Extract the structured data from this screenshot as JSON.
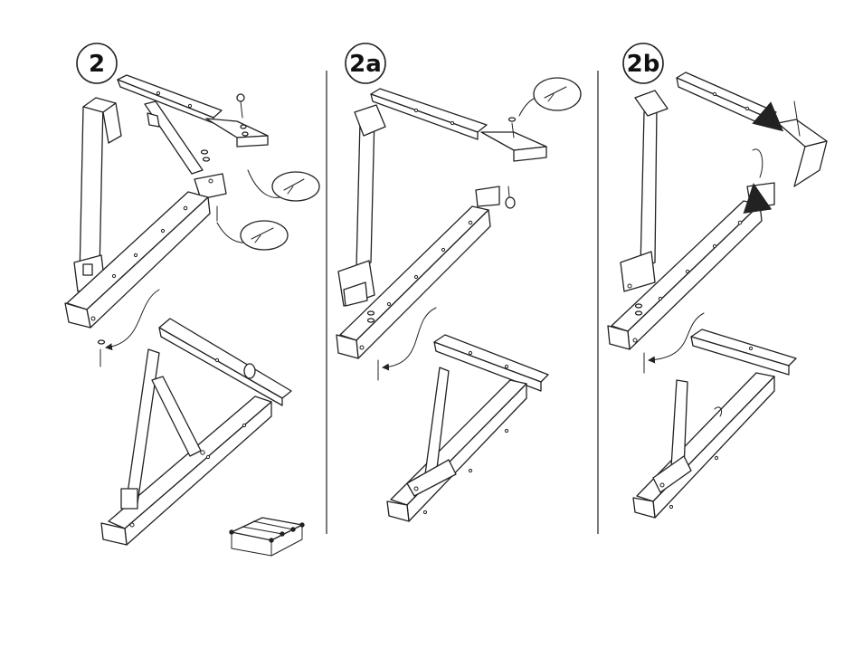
{
  "steps": [
    {
      "label": "2"
    },
    {
      "label": "2a"
    },
    {
      "label": "2b"
    }
  ],
  "colors": {
    "line": "#222222",
    "background": "#ffffff"
  },
  "icons": [
    "wrench-detail-icon",
    "eye-bolt-icon",
    "bolt-icon",
    "arrow-icon",
    "roof-icon"
  ]
}
